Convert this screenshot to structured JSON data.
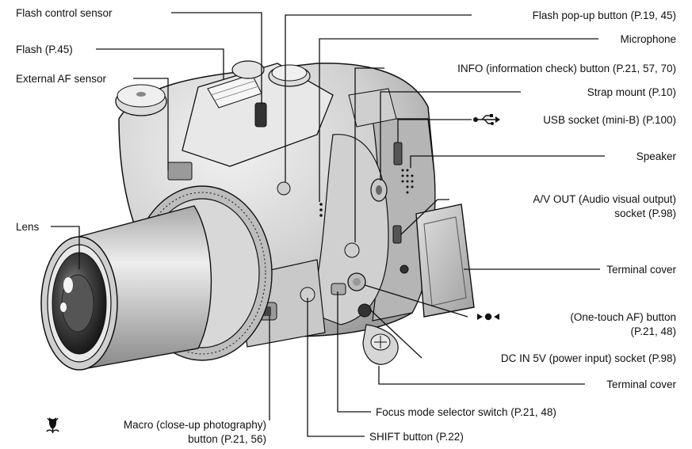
{
  "colors": {
    "line": "#111111",
    "body_light": "#e6e6e6",
    "body_mid": "#bdbdbd",
    "body_dark": "#8c8c8c",
    "glass_dark": "#333333"
  },
  "icons": {
    "macro": "tulip-flower-icon",
    "usb": "usb-trident-icon",
    "one_touch_af": "triangle-dot-triangle-icon"
  },
  "labels": {
    "flash_control_sensor": "Flash control sensor",
    "flash": "Flash (P.45)",
    "external_af_sensor": "External AF sensor",
    "lens": "Lens",
    "flash_popup_button": "Flash pop-up button (P.19, 45)",
    "microphone": "Microphone",
    "info_button": "INFO (information check) button (P.21, 57, 70)",
    "strap_mount": "Strap mount (P.10)",
    "usb_socket": "USB socket (mini-B) (P.100)",
    "speaker": "Speaker",
    "av_out_line1": "A/V OUT (Audio visual output)",
    "av_out_line2": "socket (P.98)",
    "terminal_cover_upper": "Terminal cover",
    "one_touch_af_line1": "(One-touch AF) button",
    "one_touch_af_line2": "(P.21, 48)",
    "dc_in": "DC IN 5V (power input) socket (P.98)",
    "terminal_cover_lower": "Terminal cover",
    "focus_mode_switch": "Focus mode selector switch (P.21, 48)",
    "macro_line1": "Macro (close-up photography)",
    "macro_line2": "button (P.21, 56)",
    "shift_button": "SHIFT button (P.22)"
  }
}
